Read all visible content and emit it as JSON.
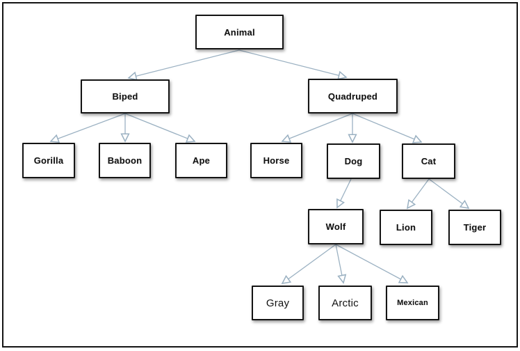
{
  "diagram": {
    "type": "tree",
    "nodes": {
      "animal": {
        "label": "Animal"
      },
      "biped": {
        "label": "Biped"
      },
      "quadruped": {
        "label": "Quadruped"
      },
      "gorilla": {
        "label": "Gorilla"
      },
      "baboon": {
        "label": "Baboon"
      },
      "ape": {
        "label": "Ape"
      },
      "horse": {
        "label": "Horse"
      },
      "dog": {
        "label": "Dog"
      },
      "cat": {
        "label": "Cat"
      },
      "wolf": {
        "label": "Wolf"
      },
      "lion": {
        "label": "Lion"
      },
      "tiger": {
        "label": "Tiger"
      },
      "gray": {
        "label": "Gray"
      },
      "arctic": {
        "label": "Arctic"
      },
      "mexican": {
        "label": "Mexican"
      }
    },
    "edges": [
      {
        "from": "Animal",
        "to": "Biped"
      },
      {
        "from": "Animal",
        "to": "Quadruped"
      },
      {
        "from": "Biped",
        "to": "Gorilla"
      },
      {
        "from": "Biped",
        "to": "Baboon"
      },
      {
        "from": "Biped",
        "to": "Ape"
      },
      {
        "from": "Quadruped",
        "to": "Horse"
      },
      {
        "from": "Quadruped",
        "to": "Dog"
      },
      {
        "from": "Quadruped",
        "to": "Cat"
      },
      {
        "from": "Dog",
        "to": "Wolf"
      },
      {
        "from": "Cat",
        "to": "Lion"
      },
      {
        "from": "Cat",
        "to": "Tiger"
      },
      {
        "from": "Wolf",
        "to": "Gray"
      },
      {
        "from": "Wolf",
        "to": "Arctic"
      },
      {
        "from": "Wolf",
        "to": "Mexican"
      }
    ],
    "colors": {
      "connector": "#9bb1c2",
      "node_border": "#141414",
      "node_fill": "#ffffff",
      "frame_border": "#141414",
      "background": "#ffffff",
      "text": "#121212"
    }
  }
}
